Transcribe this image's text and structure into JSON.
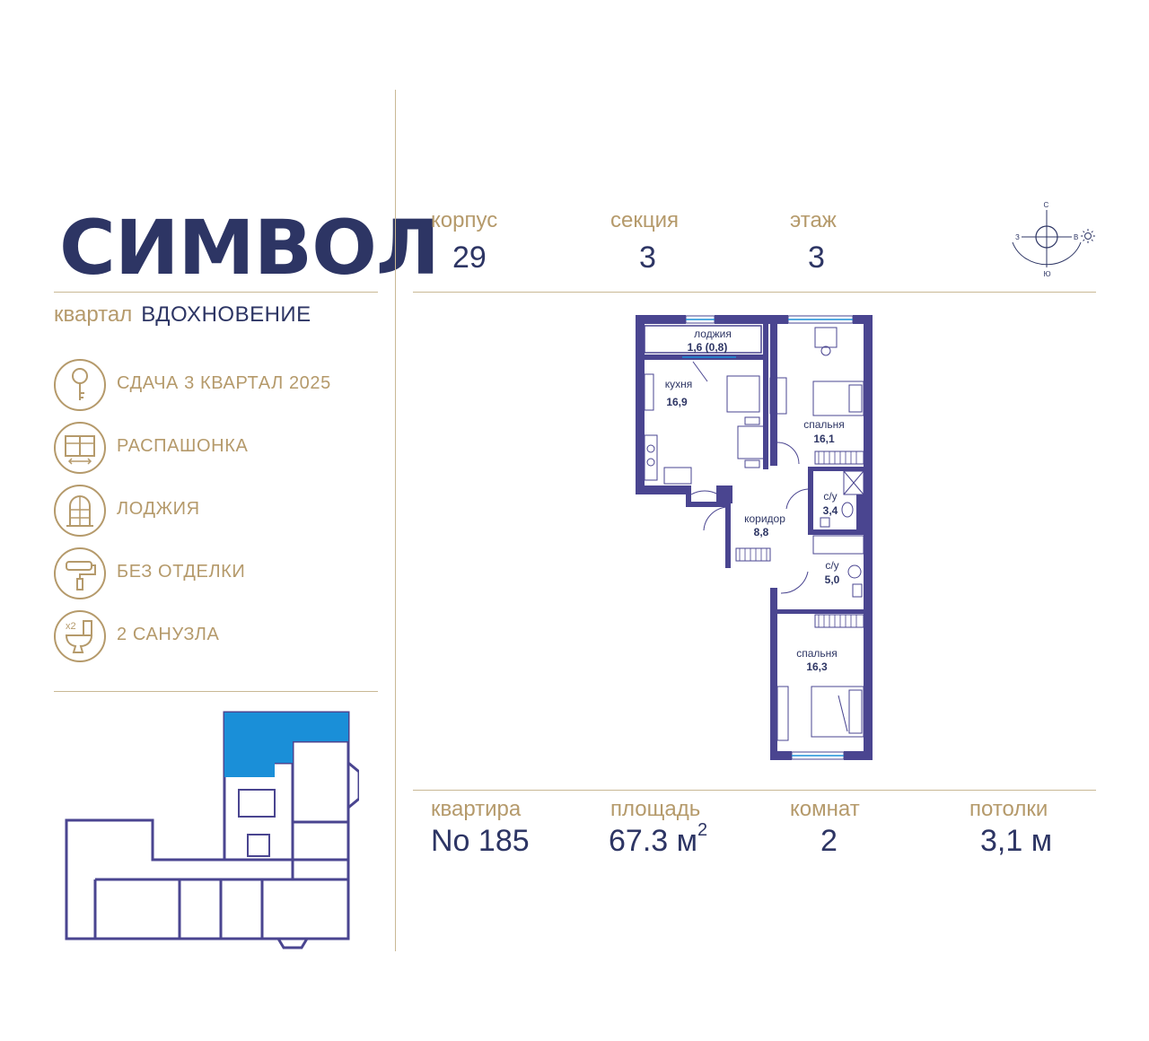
{
  "brand": {
    "logo": "СИМВОЛ",
    "district_prefix": "квартал",
    "district_name": "ВДОХНОВЕНИЕ"
  },
  "features": [
    {
      "icon": "key-icon",
      "label": "СДАЧА 3 КВАРТАЛ 2025"
    },
    {
      "icon": "window-icon",
      "label": "РАСПАШОНКА"
    },
    {
      "icon": "arched-window-icon",
      "label": "ЛОДЖИЯ"
    },
    {
      "icon": "paint-roller-icon",
      "label": "БЕЗ ОТДЕЛКИ"
    },
    {
      "icon": "toilet-icon",
      "label": "2 САНУЗЛА",
      "badge": "x2"
    }
  ],
  "header": {
    "building_label": "корпус",
    "building_value": "29",
    "section_label": "секция",
    "section_value": "3",
    "floor_label": "этаж",
    "floor_value": "3"
  },
  "compass": {
    "north": "С",
    "south": "Ю",
    "west": "З",
    "east": "В"
  },
  "rooms": [
    {
      "name": "лоджия",
      "area": "1,6 (0,8)"
    },
    {
      "name": "кухня",
      "area": "16,9"
    },
    {
      "name": "спальня",
      "area": "16,1"
    },
    {
      "name": "с/у",
      "area": "3,4"
    },
    {
      "name": "коридор",
      "area": "8,8"
    },
    {
      "name": "с/у",
      "area": "5,0"
    },
    {
      "name": "спальня",
      "area": "16,3"
    }
  ],
  "footer": {
    "apartment_label": "квартира",
    "apartment_value": "No 185",
    "area_label": "площадь",
    "area_value": "67.3 м",
    "area_unit_sup": "2",
    "rooms_label": "комнат",
    "rooms_value": "2",
    "ceiling_label": "потолки",
    "ceiling_value": "3,1 м"
  },
  "colors": {
    "navy": "#2d3564",
    "gold": "#b59a6b",
    "wall": "#4a4590",
    "highlight": "#1a8fd8"
  }
}
